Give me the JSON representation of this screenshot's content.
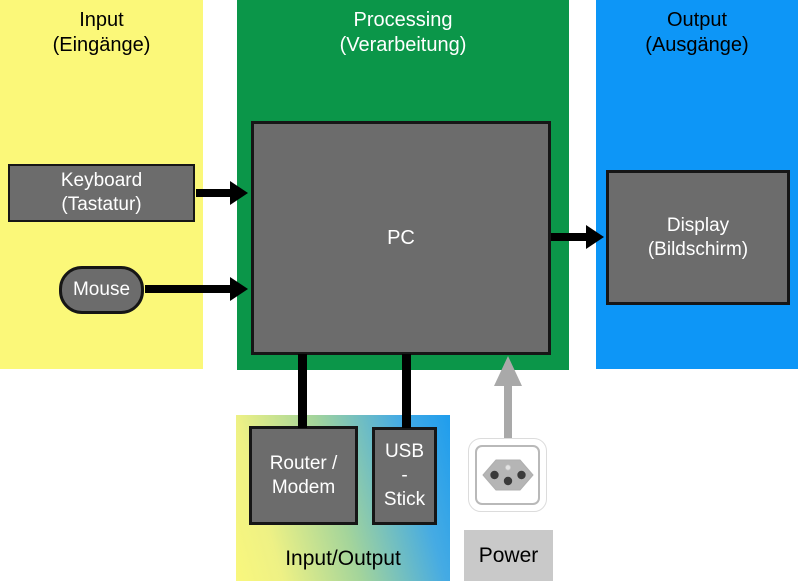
{
  "diagram": {
    "type": "block-diagram",
    "subject": "EVA principle — computer input / processing / output"
  },
  "panels": {
    "input": {
      "title1": "Input",
      "title2": "(Eingänge)"
    },
    "processing": {
      "title1": "Processing",
      "title2": "(Verarbeitung)"
    },
    "output": {
      "title1": "Output",
      "title2": "(Ausgänge)"
    },
    "io": {
      "label": "Input/Output"
    },
    "power": {
      "label": "Power"
    }
  },
  "nodes": {
    "keyboard": {
      "line1": "Keyboard",
      "line2": "(Tastatur)"
    },
    "mouse": {
      "label": "Mouse"
    },
    "pc": {
      "label": "PC"
    },
    "display": {
      "line1": "Display",
      "line2": "(Bildschirm)"
    },
    "router": {
      "line1": "Router /",
      "line2": "Modem"
    },
    "usb": {
      "line1": "USB",
      "line2": "-",
      "line3": "Stick"
    }
  },
  "connections": [
    {
      "from": "keyboard",
      "to": "pc",
      "style": "black-arrow"
    },
    {
      "from": "mouse",
      "to": "pc",
      "style": "black-arrow"
    },
    {
      "from": "pc",
      "to": "display",
      "style": "black-arrow"
    },
    {
      "from": "pc",
      "to": "router",
      "style": "black-line"
    },
    {
      "from": "pc",
      "to": "usb",
      "style": "black-line"
    },
    {
      "from": "power-socket",
      "to": "pc",
      "style": "gray-arrow"
    }
  ],
  "icons": {
    "power_socket": "swiss-type-j-wall-socket"
  },
  "colors": {
    "input_panel": "#FBF879",
    "processing_panel": "#0B9649",
    "output_panel": "#0D96F7",
    "io_gradient_left": "#F9F77D",
    "io_gradient_right": "#1F9DED",
    "node_gray": "#6C6C6C",
    "node_border": "#161616",
    "power_label_bg": "#C9C9C9",
    "power_arrow_gray": "#A9A9A9",
    "arrow_black": "#000000",
    "background": "#FFFFFF"
  }
}
